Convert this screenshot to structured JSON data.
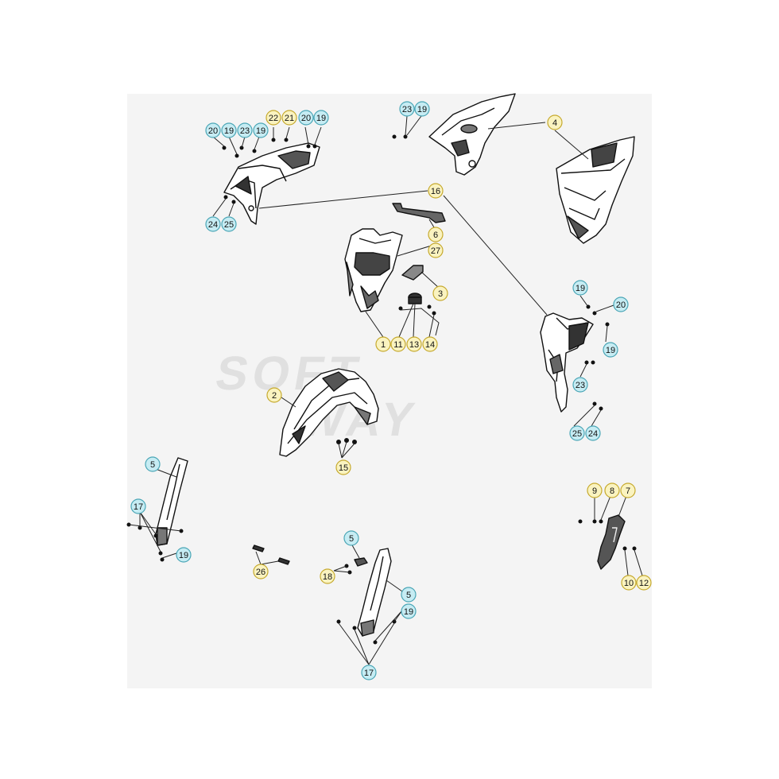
{
  "diagram": {
    "watermark": [
      "SOFT",
      "WAY"
    ],
    "callouts": [
      {
        "label": "20",
        "color": "blue"
      },
      {
        "label": "19",
        "color": "blue"
      },
      {
        "label": "23",
        "color": "blue"
      },
      {
        "label": "19",
        "color": "blue"
      },
      {
        "label": "22",
        "color": "yellow"
      },
      {
        "label": "21",
        "color": "yellow"
      },
      {
        "label": "20",
        "color": "blue"
      },
      {
        "label": "19",
        "color": "blue"
      },
      {
        "label": "24",
        "color": "blue"
      },
      {
        "label": "25",
        "color": "blue"
      },
      {
        "label": "23",
        "color": "blue"
      },
      {
        "label": "19",
        "color": "blue"
      },
      {
        "label": "4",
        "color": "yellow"
      },
      {
        "label": "16",
        "color": "yellow"
      },
      {
        "label": "6",
        "color": "yellow"
      },
      {
        "label": "27",
        "color": "yellow"
      },
      {
        "label": "3",
        "color": "yellow"
      },
      {
        "label": "1",
        "color": "yellow"
      },
      {
        "label": "11",
        "color": "yellow"
      },
      {
        "label": "13",
        "color": "yellow"
      },
      {
        "label": "14",
        "color": "yellow"
      },
      {
        "label": "19",
        "color": "blue"
      },
      {
        "label": "20",
        "color": "blue"
      },
      {
        "label": "19",
        "color": "blue"
      },
      {
        "label": "23",
        "color": "blue"
      },
      {
        "label": "25",
        "color": "blue"
      },
      {
        "label": "24",
        "color": "blue"
      },
      {
        "label": "2",
        "color": "yellow"
      },
      {
        "label": "15",
        "color": "yellow"
      },
      {
        "label": "5",
        "color": "blue"
      },
      {
        "label": "17",
        "color": "blue"
      },
      {
        "label": "19",
        "color": "blue"
      },
      {
        "label": "26",
        "color": "yellow"
      },
      {
        "label": "5",
        "color": "blue"
      },
      {
        "label": "18",
        "color": "yellow"
      },
      {
        "label": "5",
        "color": "blue"
      },
      {
        "label": "19",
        "color": "blue"
      },
      {
        "label": "17",
        "color": "blue"
      },
      {
        "label": "9",
        "color": "yellow"
      },
      {
        "label": "8",
        "color": "yellow"
      },
      {
        "label": "7",
        "color": "yellow"
      },
      {
        "label": "10",
        "color": "yellow"
      },
      {
        "label": "12",
        "color": "yellow"
      }
    ],
    "colors": {
      "blue_fill": "#c6ecf3",
      "blue_stroke": "#4aa6b6",
      "yellow_fill": "#faf3c0",
      "yellow_stroke": "#c6aa2e",
      "line": "#222222",
      "panel": "#f4f4f4"
    }
  }
}
